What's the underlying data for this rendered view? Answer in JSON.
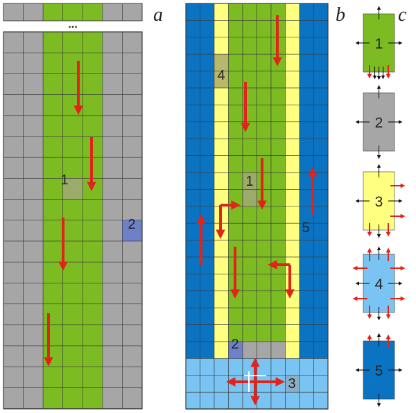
{
  "colors": {
    "grey": "#a6a6a6",
    "green": "#7cbb22",
    "yellow": "#ffff80",
    "dark_blue": "#0b74c2",
    "light_blue": "#79c4f2",
    "cell_1": "#9aab6a",
    "cell_2": "#6e80c8",
    "cell_4": "#b8b86a",
    "arrow_red": "#e2231a",
    "grid_line": "#3a3a3a"
  },
  "panels": {
    "a": {
      "label": "a",
      "ellipsis": "...",
      "cell_1": "1",
      "cell_2": "2"
    },
    "b": {
      "label": "b",
      "cell_1": "1",
      "cell_2": "2",
      "cell_3": "3",
      "cell_4": "4",
      "cell_5": "5"
    },
    "c": {
      "label": "c",
      "items": [
        {
          "number": "1",
          "color": "#7cbb22"
        },
        {
          "number": "2",
          "color": "#a6a6a6"
        },
        {
          "number": "3",
          "color": "#ffff80"
        },
        {
          "number": "4",
          "color": "#79c4f2"
        },
        {
          "number": "5",
          "color": "#0b74c2"
        }
      ]
    }
  }
}
